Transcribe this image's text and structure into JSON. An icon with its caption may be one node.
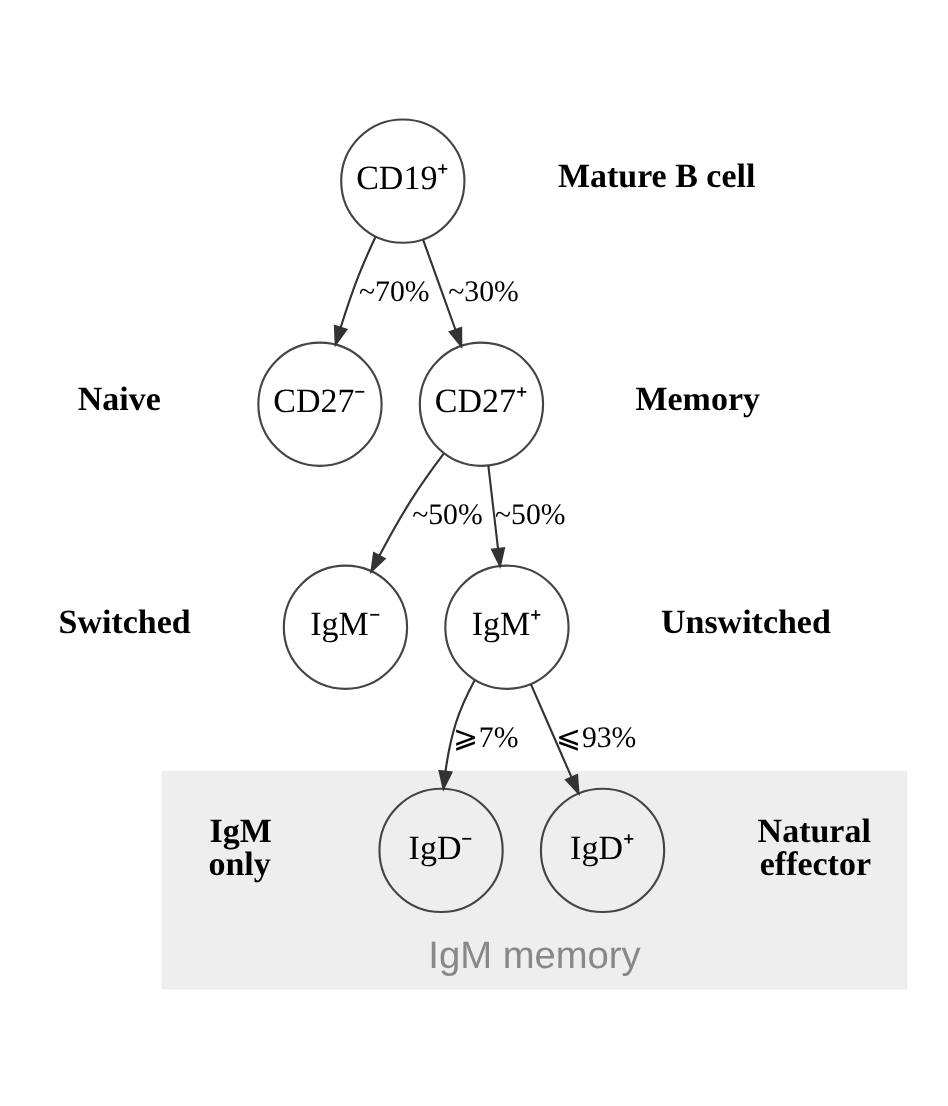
{
  "diagram": {
    "nodes": [
      {
        "text": [
          "CD19⁺"
        ],
        "beside": [
          "Mature B cell"
        ]
      },
      {
        "text": [
          "CD27⁻"
        ],
        "beside": [
          "Naive"
        ]
      },
      {
        "text": [
          "CD27⁺"
        ],
        "beside": [
          "Memory"
        ]
      },
      {
        "text": [
          "IgM⁻"
        ],
        "beside": [
          "Switched"
        ]
      },
      {
        "text": [
          "IgM⁺"
        ],
        "beside": [
          "Unswitched"
        ]
      },
      {
        "text": [
          "IgM memory"
        ]
      },
      {
        "text": [
          "IgD⁻"
        ],
        "beside": [
          "IgM only"
        ],
        "in": 5
      },
      {
        "text": [
          "IgD⁺"
        ],
        "beside": [
          "Natural effector"
        ],
        "in": 5
      }
    ],
    "edges": [
      {
        "from": 0,
        "to": 1,
        "arrow": "to",
        "label": "~70%"
      },
      {
        "from": 0,
        "to": 2,
        "arrow": "to",
        "label": "~30%"
      },
      {
        "from": 2,
        "to": 3,
        "arrow": "to",
        "label": "~50%"
      },
      {
        "from": 2,
        "to": 4,
        "arrow": "to",
        "label": "~50%"
      },
      {
        "from": 4,
        "to": 6,
        "arrow": "to",
        "label": "⩾7%"
      },
      {
        "from": 4,
        "to": 7,
        "arrow": "to",
        "label": "⩽93%"
      }
    ]
  }
}
